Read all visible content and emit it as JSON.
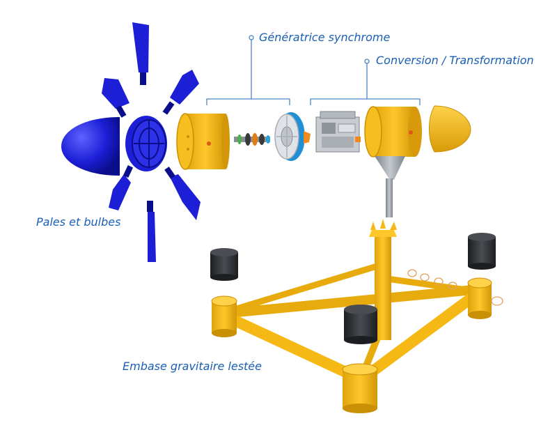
{
  "labels": {
    "pales": "Pales et bulbes",
    "generatrice": "Génératrice synchrome",
    "conversion": "Conversion / Transformation",
    "embase": "Embase gravitaire lestée"
  },
  "colors": {
    "label_text": "#1a5fb4",
    "callout_line": "#4a86c6",
    "blade_blue": "#1c1fd6",
    "blade_dark": "#0b0e8a",
    "structure_yellow": "#f5b814",
    "structure_yellow_dark": "#c98f05",
    "ballast_dark": "#2e2f33",
    "cone_gray": "#9aa0a6"
  }
}
